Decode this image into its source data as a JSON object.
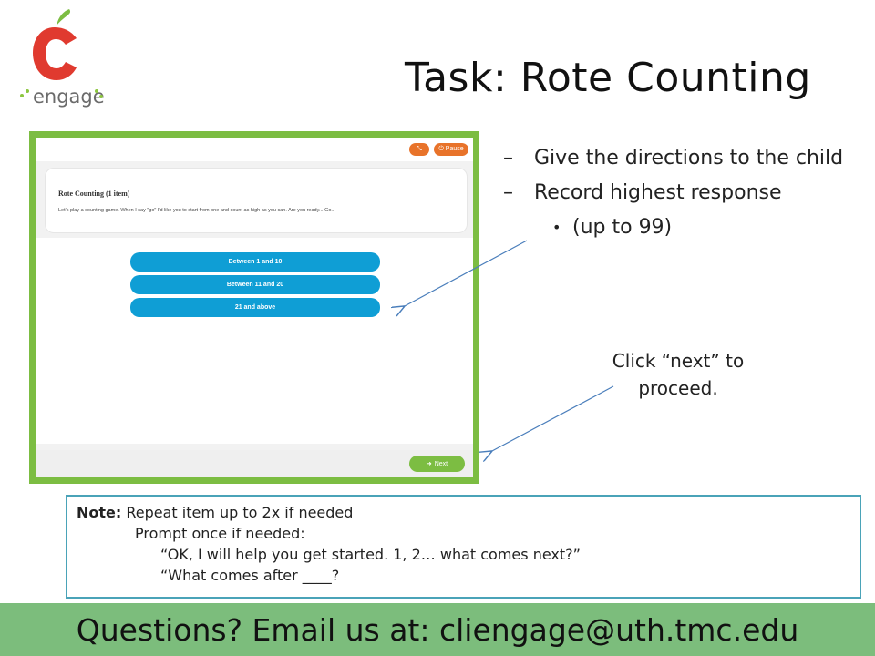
{
  "logo": {
    "word": "engage"
  },
  "slide": {
    "title": "Task: Rote Counting"
  },
  "app": {
    "pause_label": "⏻ Pause",
    "expand_label": "⤡",
    "task_heading": "Rote Counting (1 item)",
    "task_instructions": "Let's play a counting game.  When I say \"go\" I'd like you to start from one and count as high as you can.  Are you ready... Go...",
    "answers": [
      "Between 1 and 10",
      "Between 11 and 20",
      "21 and above"
    ],
    "next_label": "Next"
  },
  "bullets": {
    "items": [
      "Give the directions to the child",
      "Record highest response"
    ],
    "sub_item": "(up to 99)",
    "dash": "–",
    "dot": "•"
  },
  "click_next": "Click “next” to proceed.",
  "note": {
    "label": "Note:",
    "line1": " Repeat item up to 2x if needed",
    "line2": "Prompt once if needed:",
    "line3": "“OK, I will help you get started. 1, 2… what comes next?”",
    "line4": "“What comes after ____?"
  },
  "footer": {
    "text": "Questions?  Email us at: cliengage@uth.tmc.edu"
  },
  "colors": {
    "brand_red": "#e03a2f",
    "brand_green": "#7cbd42",
    "button_blue": "#0f9ed5",
    "accent_orange": "#e8732a",
    "footer_green": "#7cbd7c"
  }
}
